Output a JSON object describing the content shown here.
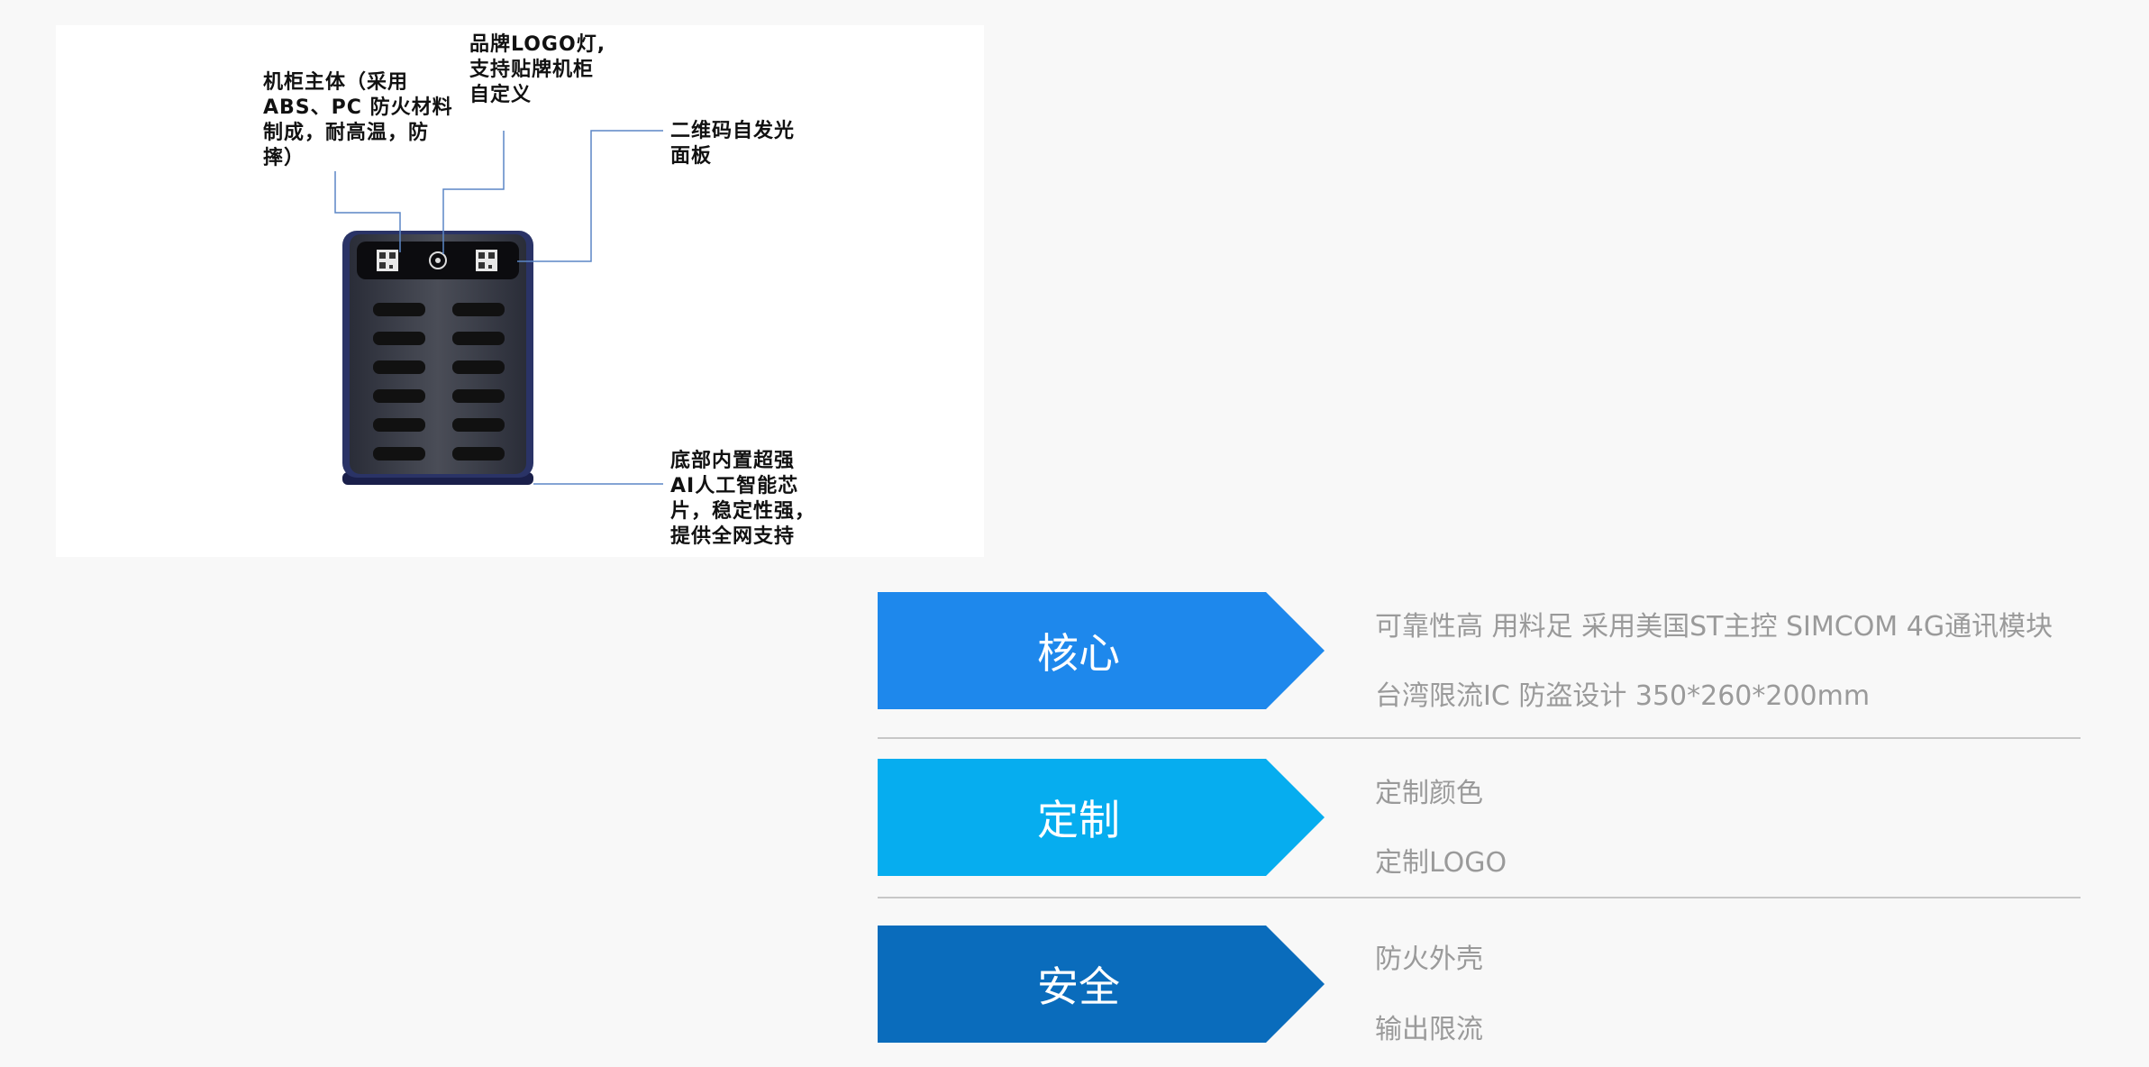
{
  "product_panel": {
    "callouts": {
      "cabinet": [
        "机柜主体（采用",
        "ABS、PC 防火材料",
        "制成，耐高温，防",
        "摔）"
      ],
      "logo": [
        "品牌LOGO灯,",
        "支持贴牌机柜",
        "自定义"
      ],
      "qr": [
        "二维码自发光",
        "面板"
      ],
      "chip": [
        "底部内置超强",
        "AI人工智能芯",
        "片，稳定性强，",
        "提供全网支持"
      ]
    }
  },
  "features": [
    {
      "label": "核心",
      "color": "#1e88ec",
      "lines": [
        "可靠性高 用料足 采用美国ST主控 SIMCOM 4G通讯模块",
        "台湾限流IC 防盗设计 350*260*200mm"
      ]
    },
    {
      "label": "定制",
      "color": "#06adef",
      "lines": [
        "定制颜色",
        "定制LOGO"
      ]
    },
    {
      "label": "安全",
      "color": "#0a6cbc",
      "lines": [
        "防火外壳",
        "输出限流"
      ]
    }
  ]
}
